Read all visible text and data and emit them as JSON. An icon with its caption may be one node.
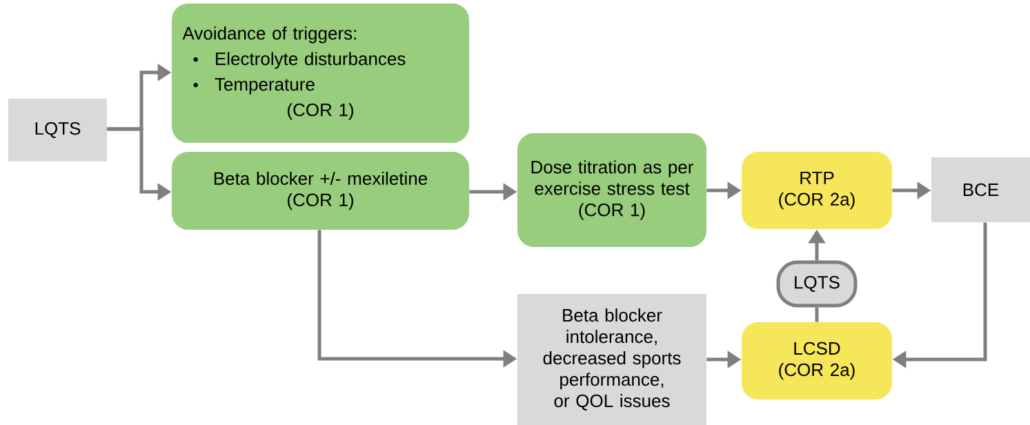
{
  "diagram": {
    "nodes": [
      {
        "text": [
          "LQTS"
        ]
      },
      {
        "text": [
          "Avoidance of triggers:",
          "Electrolyte disturbances",
          "Temperature",
          "(COR 1)"
        ]
      },
      {
        "text": [
          "Beta blocker +/- mexiletine",
          "(COR 1)"
        ]
      },
      {
        "text": [
          "Dose titration as per exercise stress test",
          "(COR 1)"
        ]
      },
      {
        "text": [
          "RTP",
          "(COR 2a)"
        ]
      },
      {
        "text": [
          "BCE"
        ]
      },
      {
        "text": [
          "LQTS"
        ]
      },
      {
        "text": [
          "Beta blocker intolerance, decreased sports performance, or QOL issues"
        ]
      },
      {
        "text": [
          "LCSD",
          "(COR 2a)"
        ]
      }
    ],
    "edges": [
      {
        "from": 0,
        "to": 1,
        "arrow": "to"
      },
      {
        "from": 0,
        "to": 2,
        "arrow": "to"
      },
      {
        "from": 2,
        "to": 3,
        "arrow": "to"
      },
      {
        "from": 3,
        "to": 4,
        "arrow": "to"
      },
      {
        "from": 4,
        "to": 5,
        "arrow": "to"
      },
      {
        "from": 2,
        "to": 7,
        "arrow": "to"
      },
      {
        "from": 7,
        "to": 8,
        "arrow": "to"
      },
      {
        "from": 5,
        "to": 8,
        "arrow": "to"
      },
      {
        "from": 8,
        "to": 6,
        "arrow": "none"
      },
      {
        "from": 6,
        "to": 4,
        "arrow": "to"
      }
    ]
  }
}
